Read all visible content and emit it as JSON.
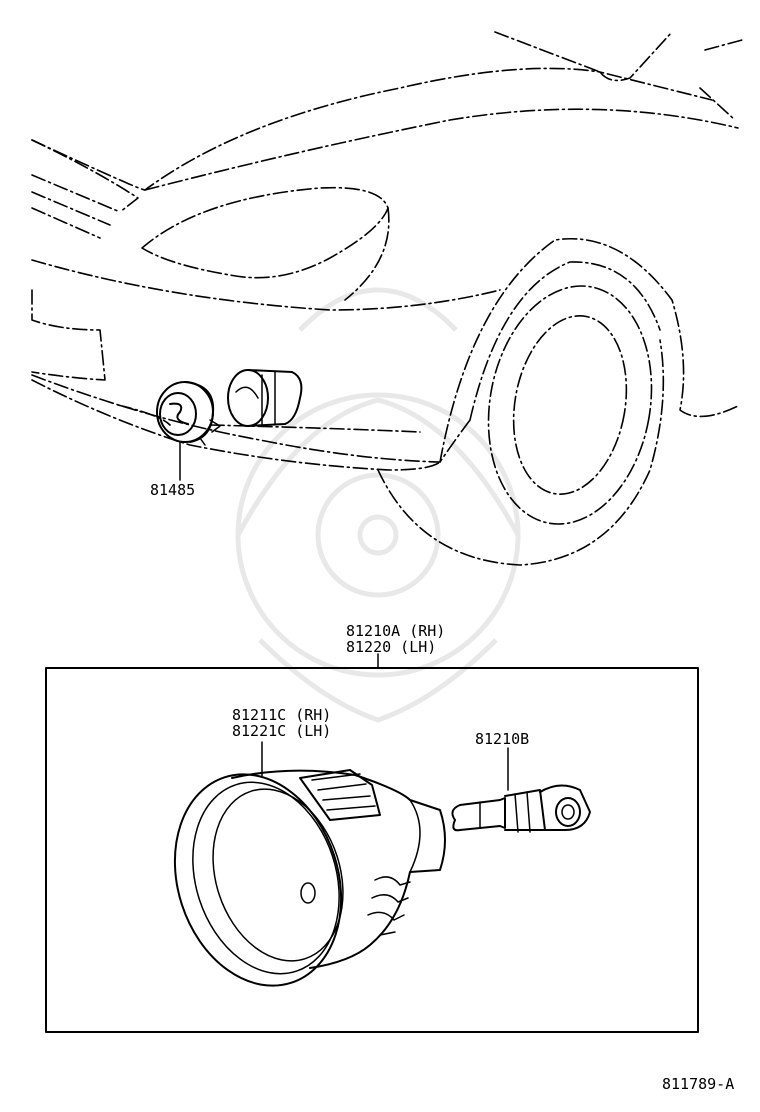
{
  "parts": {
    "bezel": {
      "number": "81485"
    },
    "fog_lamp_assembly": {
      "number_rh": "81210A (RH)",
      "number_lh": "81220 (LH)"
    },
    "lamp_unit": {
      "number_rh": "81211C (RH)",
      "number_lh": "81221C (LH)"
    },
    "bulb": {
      "number": "81210B"
    }
  },
  "diagram_id": "811789-A",
  "colors": {
    "line": "#000000",
    "watermark": "#e8e8e8",
    "background": "#ffffff"
  }
}
